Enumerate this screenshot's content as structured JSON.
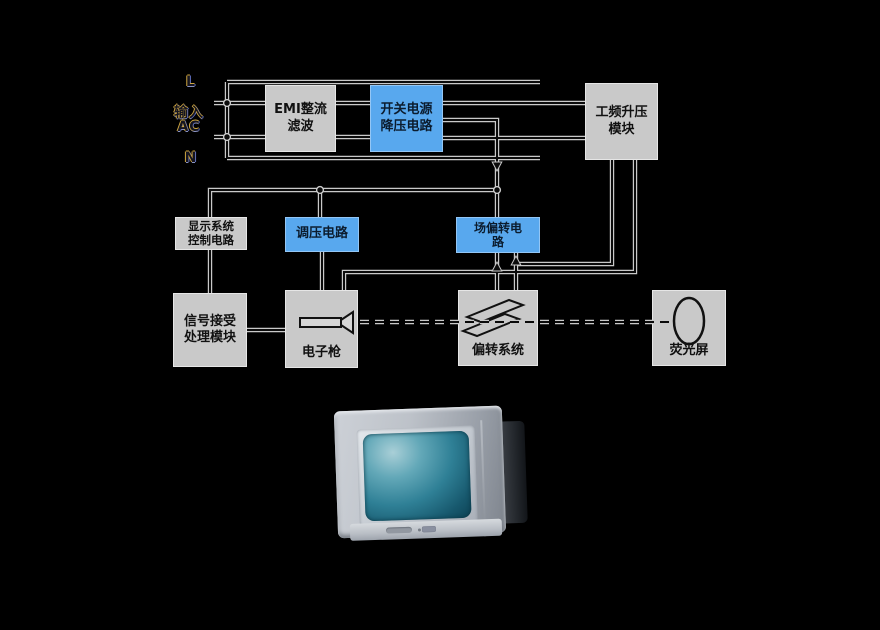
{
  "colors": {
    "background": "#000000",
    "box_gray": "#C9C9C9",
    "box_blue": "#58A8EE",
    "wire_core": "#0B0B0B",
    "wire_halo": "#C9C9C9",
    "block_text": "#111111",
    "input_label": "#CFA63E",
    "tv_screen_teal": "#1E6B80"
  },
  "diagram": {
    "input": {
      "l_label": "L",
      "n_label": "N",
      "source_line1": "输入",
      "source_line2": "AC"
    },
    "blocks": {
      "emi": {
        "line1": "EMI整流",
        "line2": "滤波"
      },
      "smps": {
        "line1": "开关电源",
        "line2": "降压电路"
      },
      "boost": {
        "line1": "工频升压",
        "line2": "模块"
      },
      "display_ctrl": {
        "line1": "显示系统",
        "line2": "控制电路"
      },
      "regulator": {
        "label": "调压电路"
      },
      "field_deflect": {
        "line1": "场偏转电",
        "line2": "路"
      },
      "signal": {
        "line1": "信号接受",
        "line2": "处理模块"
      },
      "gun": {
        "label": "电子枪"
      },
      "deflection": {
        "label": "偏转系统"
      },
      "screen": {
        "label": "荧光屏"
      }
    },
    "icons": {
      "gun": "electron-gun-icon",
      "deflection": "deflection-plates-icon",
      "screen": "phosphor-ellipse-icon",
      "tv": "crt-tv-image"
    }
  }
}
